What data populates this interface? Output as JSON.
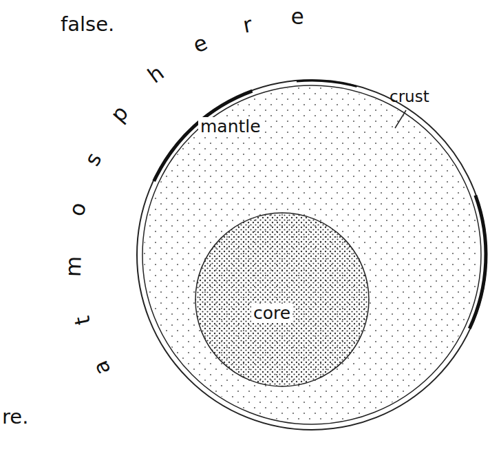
{
  "diagram": {
    "nodes": [
      {
        "text": [
          "mantle"
        ]
      },
      {
        "text": [
          "core"
        ],
        "in": 0
      }
    ],
    "labels": [
      "false.",
      "atmosphere",
      "crust",
      "re."
    ]
  }
}
